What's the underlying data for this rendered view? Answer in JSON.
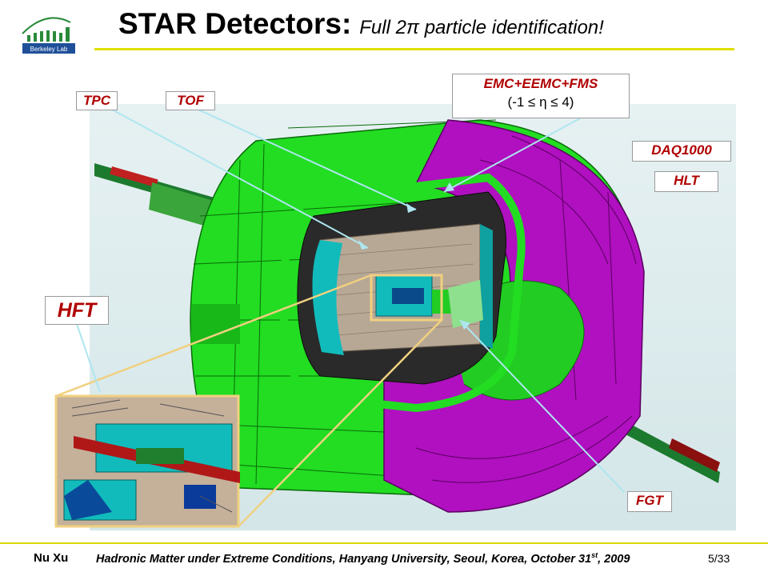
{
  "header": {
    "logo_text": "Berkeley Lab",
    "title_main": "STAR Detectors",
    "title_colon": ":",
    "title_sub": "Full 2π particle identification!"
  },
  "labels": {
    "tpc": "TPC",
    "tof": "TOF",
    "emc_title": "EMC+EEMC+FMS",
    "emc_range": "(-1 ≤ η ≤ 4)",
    "daq": "DAQ1000",
    "hlt": "HLT",
    "hft": "HFT",
    "fgt": "FGT"
  },
  "colors": {
    "label_text": "#b00000",
    "detector_green": "#22dd22",
    "detector_magenta": "#b010c0",
    "detector_cyan": "#11bbbb",
    "accent_yellow": "#e0e000",
    "callout_line": "#aee6f0",
    "zoom_frame": "#f0d080"
  },
  "footer": {
    "author": "Nu Xu",
    "venue_main": "Hadronic Matter under Extreme Conditions, Hanyang University, Seoul, Korea, October 31",
    "venue_sup": "st",
    "venue_tail": ", 2009",
    "page": "5/33"
  }
}
